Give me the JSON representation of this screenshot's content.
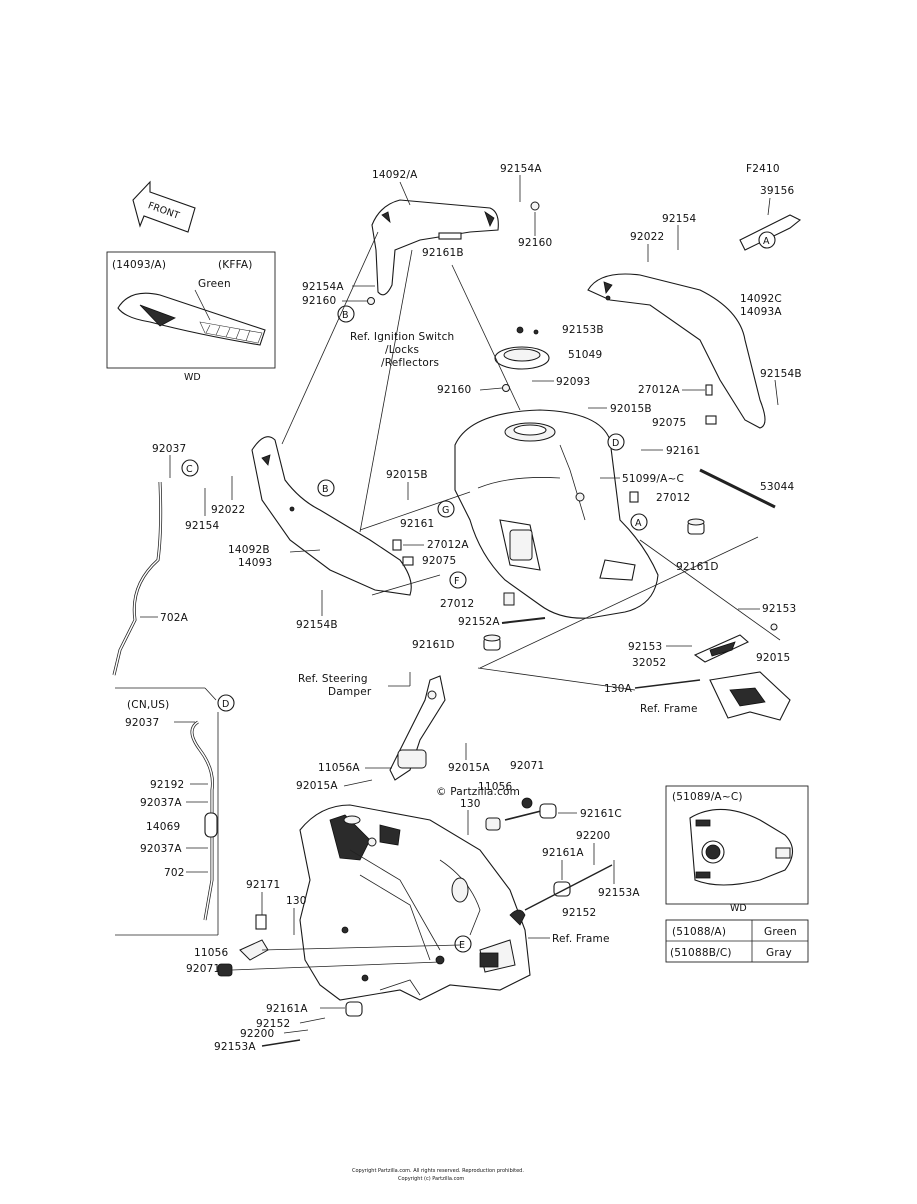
{
  "diagram": {
    "code": "F2410",
    "labels": {
      "p14092A": "14092/A",
      "p92154A_top": "92154A",
      "p92160_top": "92160",
      "p92161B": "92161B",
      "p92154A_left": "92154A",
      "p92160_left": "92160",
      "p39156": "39156",
      "p92154_r": "92154",
      "p92022_r": "92022",
      "p14092C": "14092C",
      "p14093A": "14093A",
      "ref_ignition1": "Ref. Ignition Switch",
      "ref_ignition2": "/Locks",
      "ref_ignition3": "/Reflectors",
      "p92153B": "92153B",
      "p51049": "51049",
      "p92160_mid": "92160",
      "p92093": "92093",
      "p27012A_r": "27012A",
      "p92154B_r": "92154B",
      "p92015B_a": "92015B",
      "p92075_r": "92075",
      "p92161_r": "92161",
      "p51099": "51099/A~C",
      "p53044": "53044",
      "p27012_r": "27012",
      "p92037": "92037",
      "p92022_l": "92022",
      "p92154_l": "92154",
      "p92015B_b": "92015B",
      "p92161_c": "92161",
      "p14092B": "14092B",
      "p14093": "14093",
      "p27012A_l": "27012A",
      "p92075_l": "92075",
      "p27012_l": "27012",
      "p92161D_r": "92161D",
      "p92154B_l": "92154B",
      "p702A": "702A",
      "p92152A": "92152A",
      "p92161D_l": "92161D",
      "p92153_a": "92153",
      "p92153_b": "92153",
      "p32052": "32052",
      "p92015": "92015",
      "p130A": "130A",
      "ref_frame1": "Ref. Frame",
      "ref_steering1": "Ref. Steering",
      "ref_steering2": "Damper",
      "cn_us": "(CN,US)",
      "p92037_b": "92037",
      "p92192": "92192",
      "p92037A_a": "92037A",
      "p14069": "14069",
      "p92037A_b": "92037A",
      "p702": "702",
      "p11056A": "11056A",
      "p92015A_a": "92015A",
      "p92015A_b": "92015A",
      "p92071_top": "92071",
      "p11056_mid": "11056",
      "p130_mid": "130",
      "p92161C": "92161C",
      "p92200_r": "92200",
      "p92161A_r": "92161A",
      "p92153A_r": "92153A",
      "p92152_r": "92152",
      "ref_frame2": "Ref. Frame",
      "p92171": "92171",
      "p130_l": "130",
      "p11056_l": "11056",
      "p92071_l": "92071",
      "p92161A_l": "92161A",
      "p92152_l": "92152",
      "p92200_l": "92200",
      "p92153A_l": "92153A",
      "inset_title": "(14093/A)",
      "inset_kffa": "(KFFA)",
      "inset_green": "Green",
      "inset_wd": "WD",
      "inset2_title": "(51089/A~C)",
      "inset2_wd": "WD",
      "watermark": "© Partzilla.com",
      "front": "FRONT",
      "footer1": "Copyright Partzilla.com. All rights reserved. Reproduction prohibited.",
      "footer2": "Copyright (c) Partzilla.com"
    },
    "circles": [
      "A",
      "B",
      "C",
      "D",
      "E",
      "F",
      "G"
    ],
    "color_table": [
      {
        "part": "(51088/A)",
        "color": "Green"
      },
      {
        "part": "(51088B/C)",
        "color": "Gray"
      }
    ]
  }
}
